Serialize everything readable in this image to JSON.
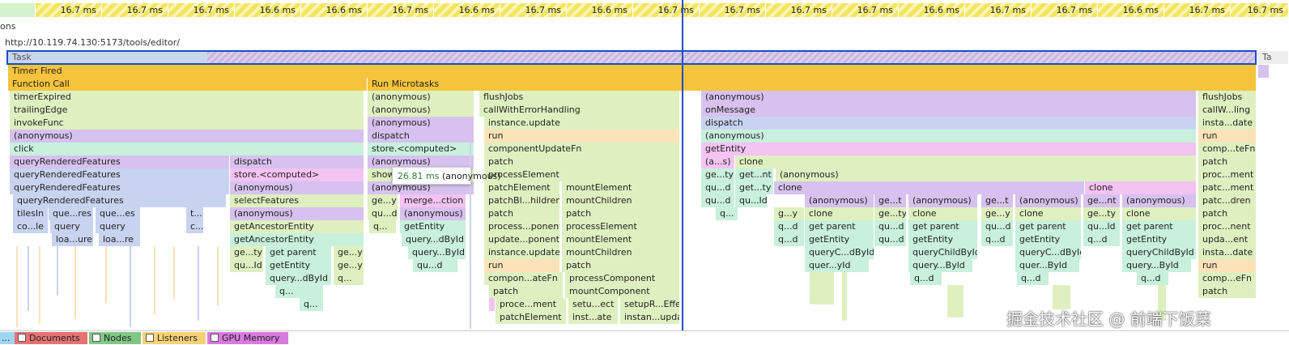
{
  "frames": [
    "16.7 ms",
    "16.7 ms",
    "16.7 ms",
    "16.6 ms",
    "16.6 ms",
    "16.7 ms",
    "16.6 ms",
    "16.7 ms",
    "16.6 ms",
    "16.7 ms",
    "16.7 ms",
    "16.7 ms",
    "16.7 ms",
    "16.6 ms",
    "16.7 ms",
    "16.7 ms",
    "16.6 ms",
    "16.7 ms",
    "16.7 ms"
  ],
  "timings_row_label": "ons",
  "url": "http://10.119.74.130:5173/tools/editor/",
  "task_label": "Task",
  "task_right_label": "Ta",
  "timer_fired": "Timer Fired",
  "function_call": "Function Call",
  "run_microtasks": "Run Microtasks",
  "tooltip": {
    "ms": "26.81 ms",
    "name": "(anonymous)"
  },
  "col1": [
    "timerExpired",
    "trailingEdge",
    "invokeFunc",
    "(anonymous)",
    "click",
    "queryRenderedFeatures",
    "queryRenderedFeatures",
    "queryRenderedFeatures",
    "queryRenderedFeatures",
    "tilesIn",
    "co...le",
    "c...",
    "",
    "",
    "",
    "",
    "",
    "",
    ""
  ],
  "col1b": [
    "que...res",
    "query",
    "loa...ure"
  ],
  "col1c": [
    "que...es",
    "query",
    "loa...re"
  ],
  "col1d": [
    "t...",
    "c..."
  ],
  "col2": [
    "dispatch",
    "store.<computed>",
    "(anonymous)",
    "selectFeatures",
    "(anonymous)",
    "getAncestorEntity",
    "getAncestorEntity",
    "ge...ty",
    "qu...Id"
  ],
  "col2b": [
    "get parent",
    "getEntity",
    "query...dById",
    "q...",
    "q..."
  ],
  "col2c": [
    "ge...y",
    "ge...y",
    "q..."
  ],
  "col3": [
    "(anonymous)",
    "(anonymous)",
    "(anonymous)",
    "dispatch",
    "store.<computed>",
    "(anonymous)",
    "show...",
    "(anonymous)",
    "ge...y",
    "qu...d",
    "q..."
  ],
  "col3b": [
    "merge...ction",
    "(anonymous)",
    "getEntity",
    "query...dById",
    "query...ById",
    "qu...d"
  ],
  "col4": [
    "flushJobs",
    "callWithErrorHandling",
    "instance.update",
    "run",
    "componentUpdateFn",
    "patch",
    "processElement",
    "patchElement",
    "patchBl...hildren",
    "patch",
    "process...ponent",
    "update...ponent",
    "instance.update",
    "run",
    "compon...ateFn",
    "patch",
    "proce...ment",
    "patchElement"
  ],
  "col4b": [
    "mountElement",
    "mountChildren",
    "patch",
    "processElement",
    "mountElement",
    "mountChildren",
    "patch",
    "processComponent",
    "mountComponent",
    "setu...ect",
    "setupR...Effect",
    "inst...ate",
    "instan...update"
  ],
  "col5": [
    "(anonymous)",
    "onMessage",
    "dispatch",
    "(anonymous)",
    "getEntity",
    "(a...s)",
    "ge...ty",
    "qu...d",
    "qu...d",
    "q..."
  ],
  "col5b": [
    "clone",
    "get...nt",
    "get...ty",
    "qu...Id",
    "(anonymous)",
    "clone"
  ],
  "grid": [
    "(anonymous)",
    "ge...t",
    "(anonymous)",
    "ge...t",
    "(anonymous)",
    "ge...nt",
    "(anonymous)",
    "g...y",
    "clone",
    "ge...ty",
    "clone",
    "ge...y",
    "clone",
    "ge...ty",
    "clone",
    "q...d",
    "get parent",
    "qu...d",
    "get parent",
    "qu...d",
    "get parent",
    "qu...ld",
    "get parent",
    "q...d",
    "getEntity",
    "qu...d",
    "getEntity",
    "q...d",
    "getEntity",
    "q...d",
    "getEntity",
    "queryC...dById",
    "queryChildById",
    "queryC...dById",
    "queryChildById",
    "quer...yId",
    "query...Byld",
    "quer...ById",
    "query...Byld",
    "q...d",
    "q...d",
    "q...d",
    "clone"
  ],
  "colR": [
    "flushJobs",
    "callW...ling",
    "insta...date",
    "run",
    "comp...teFn",
    "patch",
    "proc...ment",
    "patc...ment",
    "patc...dren",
    "patch",
    "proc...nent",
    "upda...ent",
    "insta...date",
    "run",
    "comp...eFn",
    "patch"
  ],
  "bottom_tabs": [
    "...",
    "Documents",
    "Nodes",
    "Listeners",
    "GPU Memory"
  ],
  "watermark": "掘金技术社区 @ 前端下饭菜",
  "colors": {
    "blue": "#1a4ec4",
    "yellow": "#f5c43c",
    "green": "#d3f2cc",
    "purple": "#d7c1ee",
    "pink": "#f3c3f2"
  }
}
